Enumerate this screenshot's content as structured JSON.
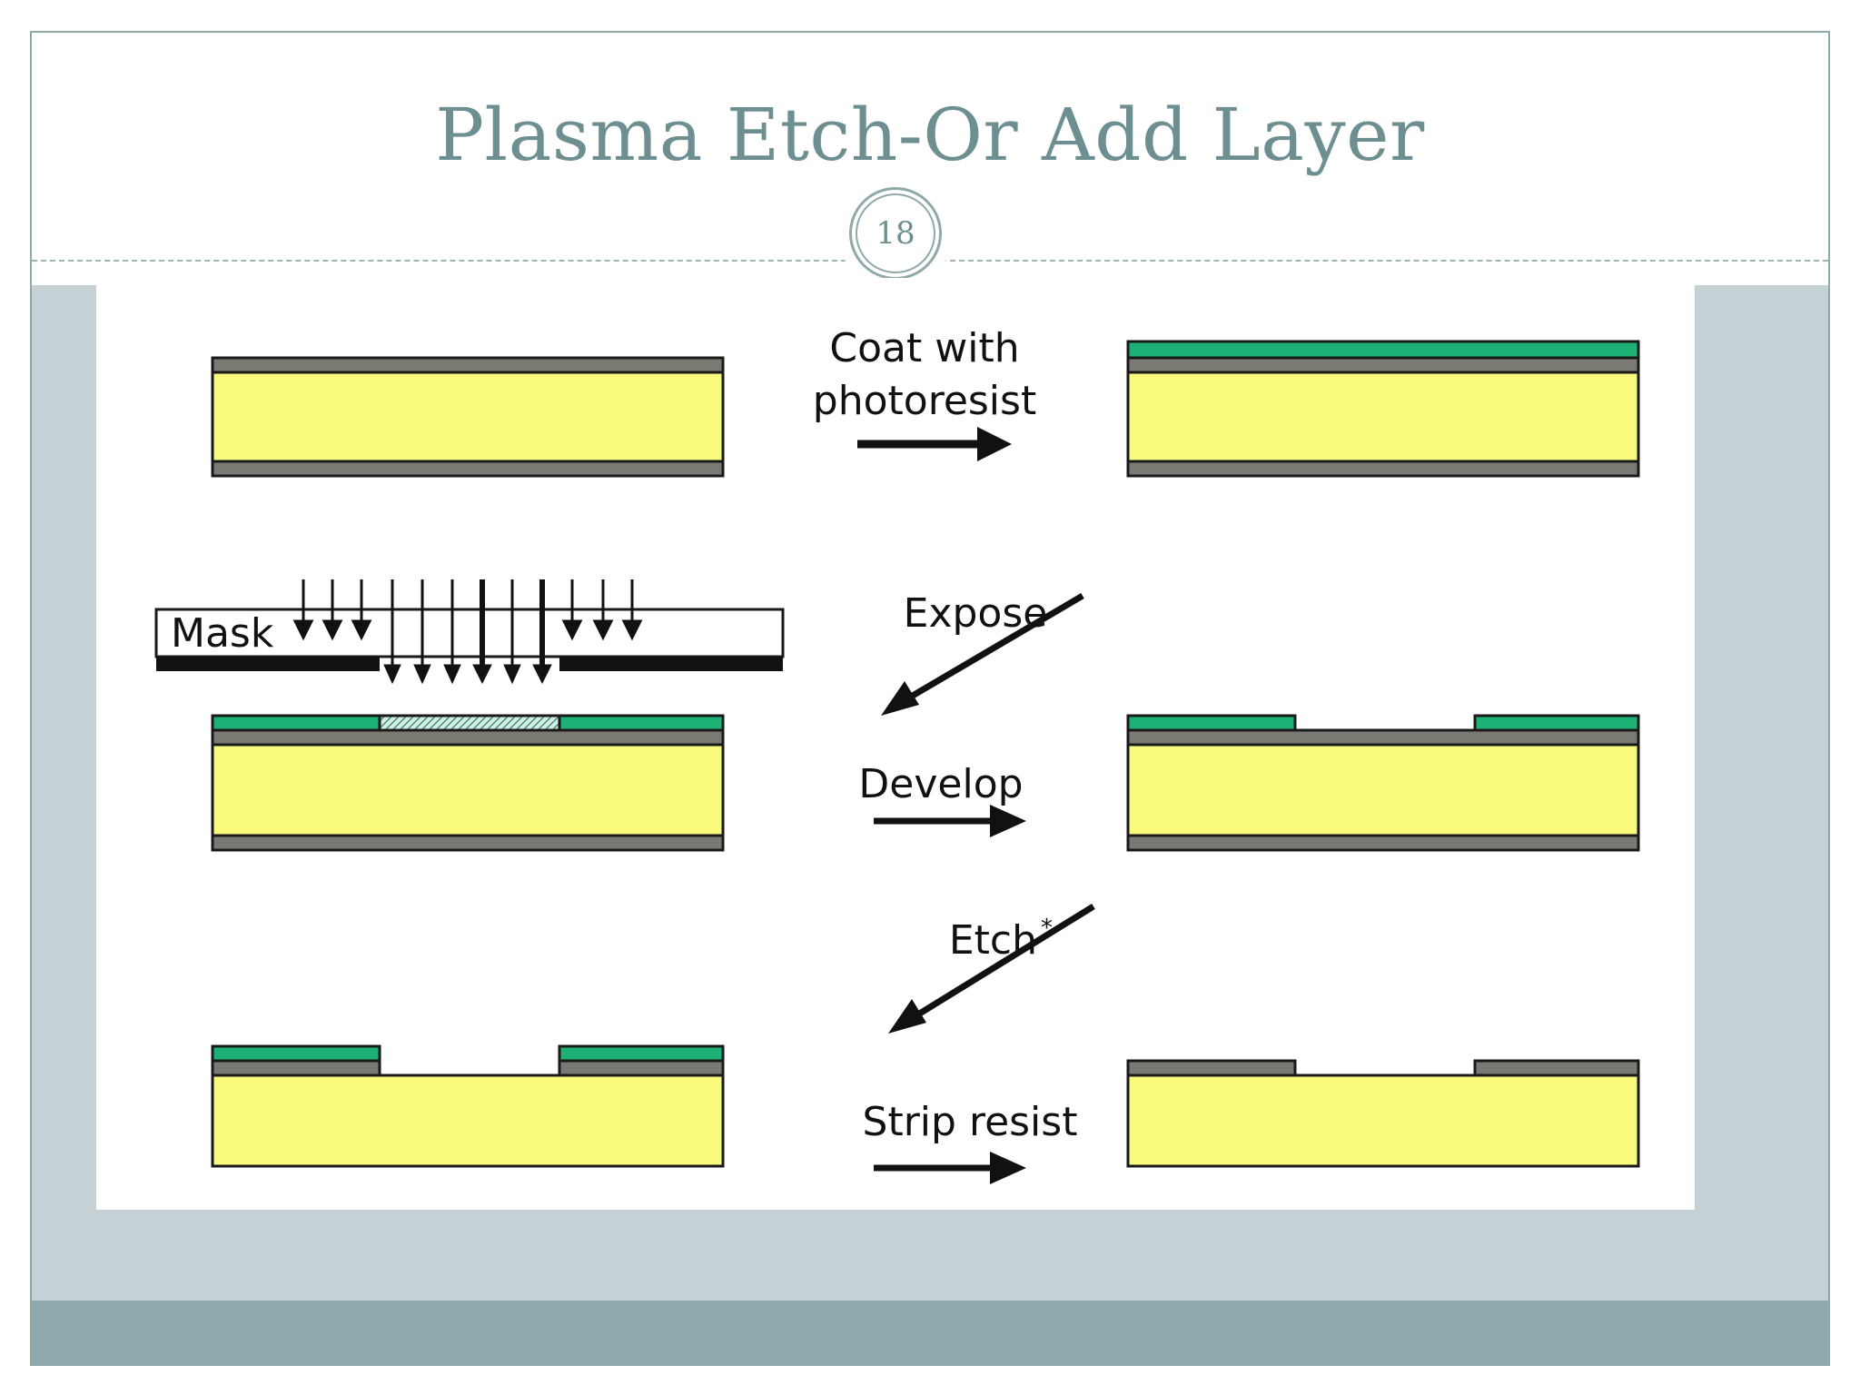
{
  "slide": {
    "title": "Plasma Etch-Or Add Layer",
    "number": "18"
  },
  "diagram": {
    "mask_label": "Mask",
    "steps": {
      "coat": [
        "Coat with",
        "photoresist"
      ],
      "expose": "Expose",
      "develop": "Develop",
      "etch": "Etch",
      "etch_mark": "*",
      "strip": "Strip resist"
    },
    "colors": {
      "substrate": "#fafa7d",
      "oxide": "#7a7a72",
      "photoresist": "#1db175",
      "exposed_resist": "#a9d7cc",
      "outline": "#1a1a1a",
      "mask_opaque": "#111111"
    }
  }
}
